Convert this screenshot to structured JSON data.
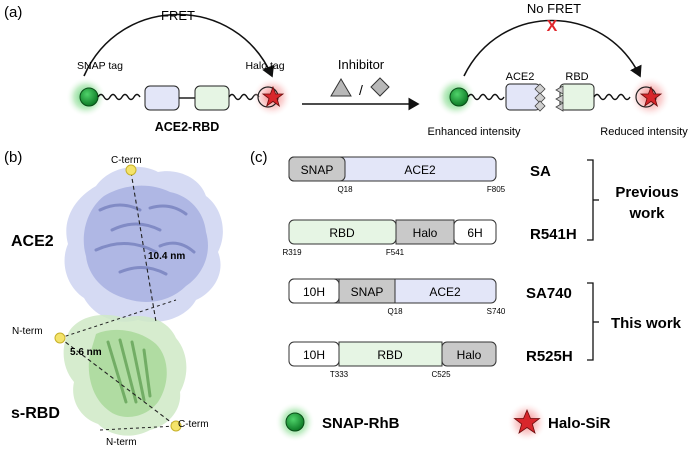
{
  "panel_a": {
    "label": "(a)",
    "fret": "FRET",
    "no_fret": "No FRET",
    "no_fret_mark": "X",
    "snap_tag": "SNAP tag",
    "halo_tag": "Halo tag",
    "construct": "ACE2-RBD",
    "inhibitor": "Inhibitor",
    "slash": "/",
    "ace2": "ACE2",
    "rbd": "RBD",
    "enhanced": "Enhanced intensity",
    "reduced": "Reduced intensity"
  },
  "panel_b": {
    "label": "(b)",
    "ace2": "ACE2",
    "srbd": "s-RBD",
    "cterm_top": "C-term",
    "nterm_left": "N-term",
    "cterm_bottom": "C-term",
    "nterm_bottom": "N-term",
    "dist_long": "10.4 nm",
    "dist_short": "5.6 nm"
  },
  "panel_c": {
    "label": "(c)",
    "constructs": [
      {
        "name": "SA",
        "seg1": "SNAP",
        "seg2": "ACE2",
        "pos_left": "Q18",
        "pos_right": "F805"
      },
      {
        "name": "R541H",
        "seg1": "RBD",
        "seg2": "Halo",
        "seg3": "6H",
        "pos_left": "R319",
        "pos_right": "F541"
      },
      {
        "name": "SA740",
        "seg1": "10H",
        "seg2": "SNAP",
        "seg3": "ACE2",
        "pos_left": "Q18",
        "pos_right": "S740"
      },
      {
        "name": "R525H",
        "seg1": "10H",
        "seg2": "RBD",
        "seg3": "Halo",
        "pos_left": "T333",
        "pos_right": "C525"
      }
    ],
    "group_previous_1": "Previous",
    "group_previous_2": "work",
    "group_this": "This  work"
  },
  "legend": {
    "snap": "SNAP-RhB",
    "halo": "Halo-SiR"
  },
  "colors": {
    "ace2_fill": "#e3e6f8",
    "rbd_fill": "#e6f5e4",
    "grey_fill": "#c9c9c9",
    "green": "#1fa33a",
    "red": "#d8262b",
    "protein_blue": "#a5aee0",
    "protein_green": "#a9d99a"
  }
}
